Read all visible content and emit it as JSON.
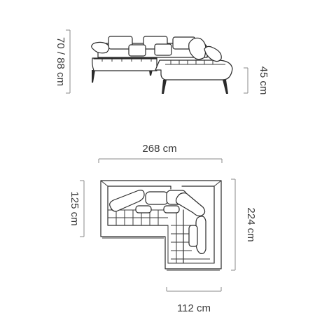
{
  "dimensions": {
    "height_total": "70 / 88 cm",
    "seat_height": "45 cm",
    "width_total": "268 cm",
    "depth_left": "125 cm",
    "depth_right": "224 cm",
    "chaise_width": "112 cm"
  },
  "colors": {
    "outline": "#2a2a2a",
    "dimension_line": "#8a8a8a",
    "text": "#3a3a3a"
  }
}
